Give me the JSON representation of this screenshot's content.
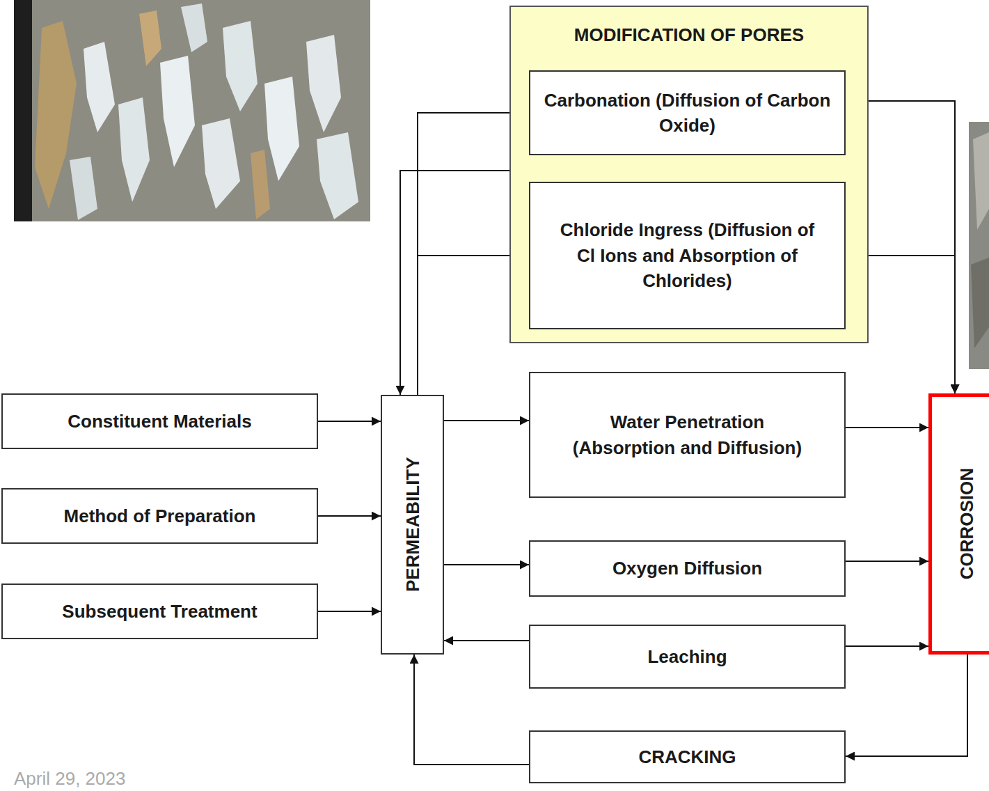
{
  "diagram": {
    "nodes": [
      {
        "text": [
          "MODIFICATION OF PORES"
        ]
      },
      {
        "text": [
          "Carbonation (Diffusion of Carbon Oxide)"
        ],
        "in": 0
      },
      {
        "text": [
          "Chloride Ingress (Diffusion of Cl Ions and Absorption of Chlorides)"
        ],
        "in": 0
      },
      {
        "text": [
          "Constituent Materials"
        ]
      },
      {
        "text": [
          "Method of Preparation"
        ]
      },
      {
        "text": [
          "Subsequent Treatment"
        ]
      },
      {
        "text": [
          "PERMEABILITY"
        ]
      },
      {
        "text": [
          "Water Penetration (Absorption and Diffusion)"
        ]
      },
      {
        "text": [
          "CORROSION"
        ]
      },
      {
        "text": [
          "Oxygen Diffusion"
        ]
      },
      {
        "text": [
          "Leaching"
        ]
      },
      {
        "text": [
          "CRACKING"
        ]
      }
    ],
    "edges": [
      {
        "from": 3,
        "to": 6,
        "arrow": "to"
      },
      {
        "from": 4,
        "to": 6,
        "arrow": "to"
      },
      {
        "from": 5,
        "to": 6,
        "arrow": "to"
      },
      {
        "from": 6,
        "to": 1,
        "arrow": "to"
      },
      {
        "from": 6,
        "to": 2,
        "arrow": "to"
      },
      {
        "from": 0,
        "to": 6,
        "arrow": "to"
      },
      {
        "from": 6,
        "to": 7,
        "arrow": "to"
      },
      {
        "from": 7,
        "to": 8,
        "arrow": "to"
      },
      {
        "from": 1,
        "to": 8,
        "arrow": "to"
      },
      {
        "from": 2,
        "to": 8,
        "arrow": "to"
      },
      {
        "from": 6,
        "to": 9,
        "arrow": "to"
      },
      {
        "from": 9,
        "to": 8,
        "arrow": "to"
      },
      {
        "from": 10,
        "to": 6,
        "arrow": "to"
      },
      {
        "from": 10,
        "to": 8,
        "arrow": "to"
      },
      {
        "from": 8,
        "to": 11,
        "arrow": "to"
      },
      {
        "from": 11,
        "to": 6,
        "arrow": "to"
      }
    ],
    "labels": [
      "April 29, 2023"
    ]
  }
}
